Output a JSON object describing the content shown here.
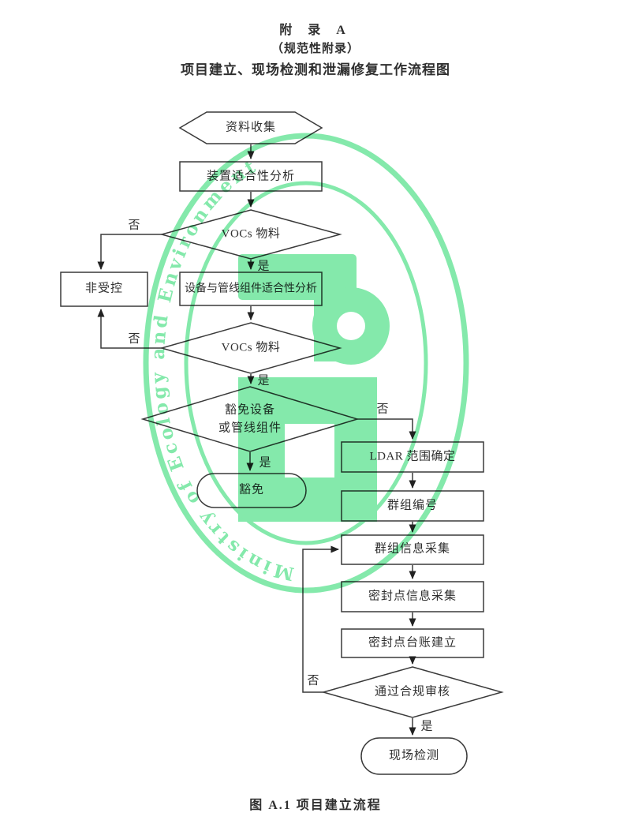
{
  "page": {
    "title_line1": "附  录  A",
    "title_line2": "（规范性附录）",
    "title_line3": "项目建立、现场检测和泄漏修复工作流程图",
    "caption": "图 A.1  项目建立流程"
  },
  "watermark": {
    "text": "Ministry of Ecology and Environment",
    "color": "#79e7a4"
  },
  "colors": {
    "line": "#3a3a3a",
    "arrow": "#222222",
    "shape_fill": "#ffffff",
    "text": "#303030"
  },
  "nodes": {
    "start": "资料收集",
    "device_suitability": "装置适合性分析",
    "vocs_check_1": "VOCs 物料",
    "uncontrolled": "非受控",
    "component_suitability": "设备与管线组件适合性分析",
    "vocs_check_2": "VOCs 物料",
    "exempt_check_line1": "豁免设备",
    "exempt_check_line2": "或管线组件",
    "exempt": "豁免",
    "ldar_scope": "LDAR 范围确定",
    "group_numbering": "群组编号",
    "group_info_collection": "群组信息采集",
    "seal_point_info_collection": "密封点信息采集",
    "seal_point_ledger": "密封点台账建立",
    "compliance_review": "通过合规审核",
    "onsite_detection": "现场检测"
  },
  "branch_labels": {
    "yes": "是",
    "no": "否"
  }
}
